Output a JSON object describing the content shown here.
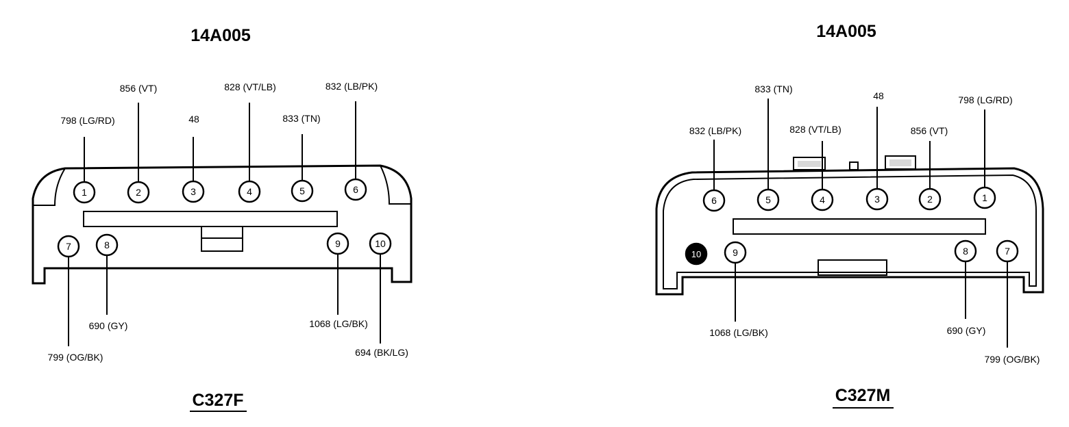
{
  "left": {
    "part_number": "14A005",
    "connector_name": "C327F",
    "pins": [
      {
        "pin": "1",
        "wire": "798 (LG/RD)"
      },
      {
        "pin": "2",
        "wire": "856 (VT)"
      },
      {
        "pin": "3",
        "wire": "48"
      },
      {
        "pin": "4",
        "wire": "828 (VT/LB)"
      },
      {
        "pin": "5",
        "wire": "833 (TN)"
      },
      {
        "pin": "6",
        "wire": "832 (LB/PK)"
      },
      {
        "pin": "7",
        "wire": "799 (OG/BK)"
      },
      {
        "pin": "8",
        "wire": "690 (GY)"
      },
      {
        "pin": "9",
        "wire": "1068 (LG/BK)"
      },
      {
        "pin": "10",
        "wire": "694 (BK/LG)"
      }
    ]
  },
  "right": {
    "part_number": "14A005",
    "connector_name": "C327M",
    "pins": [
      {
        "pin": "6",
        "wire": "832 (LB/PK)"
      },
      {
        "pin": "5",
        "wire": "833 (TN)"
      },
      {
        "pin": "4",
        "wire": "828 (VT/LB)"
      },
      {
        "pin": "3",
        "wire": "48"
      },
      {
        "pin": "2",
        "wire": "856 (VT)"
      },
      {
        "pin": "1",
        "wire": "798 (LG/RD)"
      },
      {
        "pin": "10",
        "wire": ""
      },
      {
        "pin": "9",
        "wire": "1068 (LG/BK)"
      },
      {
        "pin": "8",
        "wire": "690 (GY)"
      },
      {
        "pin": "7",
        "wire": "799 (OG/BK)"
      }
    ]
  }
}
